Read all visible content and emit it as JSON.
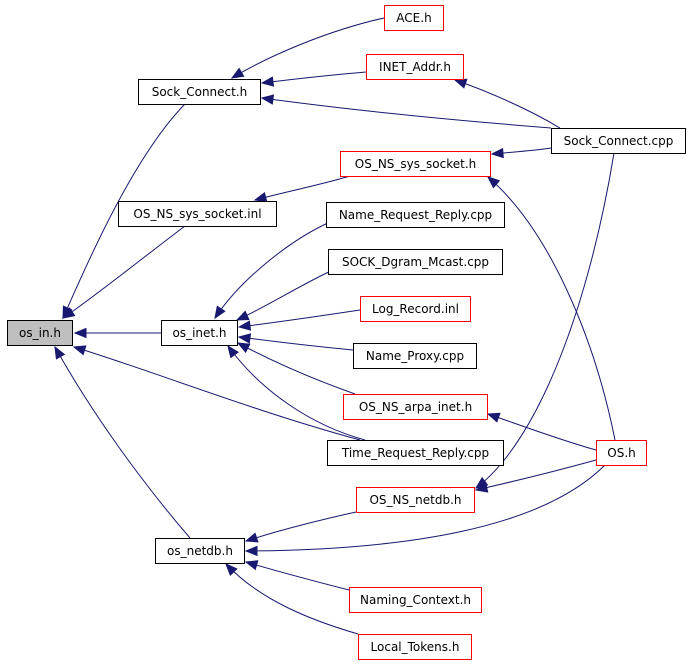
{
  "colors": {
    "edge": "#191970",
    "arrowhead": "#191970",
    "border_default": "#000000",
    "border_truncated": "#ff0000",
    "fill_selected": "#bfbfbf",
    "fill_default": "#ffffff"
  },
  "nodes": [
    {
      "id": "os_in",
      "label": "os_in.h",
      "kind": "selected"
    },
    {
      "id": "sock_connect_h",
      "label": "Sock_Connect.h",
      "kind": "normal"
    },
    {
      "id": "os_ns_sys_socket_inl",
      "label": "OS_NS_sys_socket.inl",
      "kind": "normal"
    },
    {
      "id": "os_inet",
      "label": "os_inet.h",
      "kind": "normal"
    },
    {
      "id": "os_netdb",
      "label": "os_netdb.h",
      "kind": "normal"
    },
    {
      "id": "ace",
      "label": "ACE.h",
      "kind": "truncated"
    },
    {
      "id": "inet_addr",
      "label": "INET_Addr.h",
      "kind": "truncated"
    },
    {
      "id": "sock_connect_cpp",
      "label": "Sock_Connect.cpp",
      "kind": "normal"
    },
    {
      "id": "os_ns_sys_socket_h",
      "label": "OS_NS_sys_socket.h",
      "kind": "truncated"
    },
    {
      "id": "name_request_reply",
      "label": "Name_Request_Reply.cpp",
      "kind": "normal"
    },
    {
      "id": "sock_dgram_mcast",
      "label": "SOCK_Dgram_Mcast.cpp",
      "kind": "normal"
    },
    {
      "id": "log_record",
      "label": "Log_Record.inl",
      "kind": "truncated"
    },
    {
      "id": "name_proxy",
      "label": "Name_Proxy.cpp",
      "kind": "normal"
    },
    {
      "id": "os_ns_arpa_inet",
      "label": "OS_NS_arpa_inet.h",
      "kind": "truncated"
    },
    {
      "id": "time_request_reply",
      "label": "Time_Request_Reply.cpp",
      "kind": "normal"
    },
    {
      "id": "os_h",
      "label": "OS.h",
      "kind": "truncated"
    },
    {
      "id": "os_ns_netdb",
      "label": "OS_NS_netdb.h",
      "kind": "truncated"
    },
    {
      "id": "naming_context",
      "label": "Naming_Context.h",
      "kind": "truncated"
    },
    {
      "id": "local_tokens",
      "label": "Local_Tokens.h",
      "kind": "truncated"
    }
  ],
  "edges": [
    {
      "from": "sock_connect_h",
      "to": "os_in"
    },
    {
      "from": "os_ns_sys_socket_inl",
      "to": "os_in"
    },
    {
      "from": "os_inet",
      "to": "os_in"
    },
    {
      "from": "time_request_reply",
      "to": "os_in"
    },
    {
      "from": "os_netdb",
      "to": "os_in"
    },
    {
      "from": "ace",
      "to": "sock_connect_h"
    },
    {
      "from": "inet_addr",
      "to": "sock_connect_h"
    },
    {
      "from": "sock_connect_cpp",
      "to": "sock_connect_h"
    },
    {
      "from": "sock_connect_cpp",
      "to": "inet_addr"
    },
    {
      "from": "os_ns_sys_socket_h",
      "to": "os_ns_sys_socket_inl"
    },
    {
      "from": "sock_connect_cpp",
      "to": "os_ns_sys_socket_h"
    },
    {
      "from": "os_h",
      "to": "os_ns_sys_socket_h"
    },
    {
      "from": "name_request_reply",
      "to": "os_inet"
    },
    {
      "from": "sock_dgram_mcast",
      "to": "os_inet"
    },
    {
      "from": "log_record",
      "to": "os_inet"
    },
    {
      "from": "name_proxy",
      "to": "os_inet"
    },
    {
      "from": "os_ns_arpa_inet",
      "to": "os_inet"
    },
    {
      "from": "time_request_reply",
      "to": "os_inet"
    },
    {
      "from": "os_h",
      "to": "os_ns_arpa_inet"
    },
    {
      "from": "sock_connect_cpp",
      "to": "os_ns_netdb"
    },
    {
      "from": "os_h",
      "to": "os_ns_netdb"
    },
    {
      "from": "os_ns_netdb",
      "to": "os_netdb"
    },
    {
      "from": "os_h",
      "to": "os_netdb"
    },
    {
      "from": "naming_context",
      "to": "os_netdb"
    },
    {
      "from": "local_tokens",
      "to": "os_netdb"
    }
  ]
}
